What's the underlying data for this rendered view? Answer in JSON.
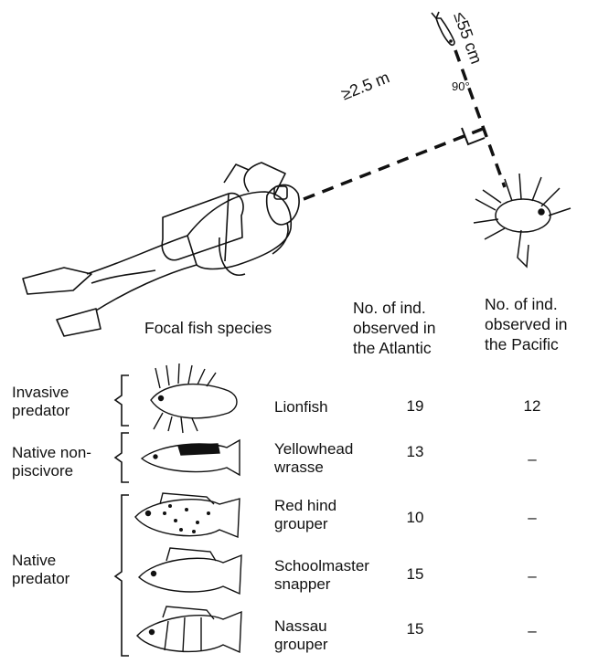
{
  "setup": {
    "distance_label": "≥2.5 m",
    "length_label": "≤55 cm",
    "angle_label": "90°"
  },
  "headers": {
    "focal": "Focal fish species",
    "atlantic": [
      "No. of ind.",
      "observed in",
      "the Atlantic"
    ],
    "pacific": [
      "No. of ind.",
      "observed in",
      "the Pacific"
    ]
  },
  "categories": [
    {
      "lines": [
        "Invasive",
        "predator"
      ]
    },
    {
      "lines": [
        "Native non-",
        "piscivore"
      ]
    },
    {
      "lines": [
        "Native",
        "predator"
      ]
    }
  ],
  "species": [
    {
      "name": [
        "Lionfish"
      ],
      "atlantic": "19",
      "pacific": "12"
    },
    {
      "name": [
        "Yellowhead",
        "wrasse"
      ],
      "atlantic": "13",
      "pacific": "–"
    },
    {
      "name": [
        "Red hind",
        "grouper"
      ],
      "atlantic": "10",
      "pacific": "–"
    },
    {
      "name": [
        "Schoolmaster",
        "snapper"
      ],
      "atlantic": "15",
      "pacific": "–"
    },
    {
      "name": [
        "Nassau",
        "grouper"
      ],
      "atlantic": "15",
      "pacific": "–"
    }
  ]
}
